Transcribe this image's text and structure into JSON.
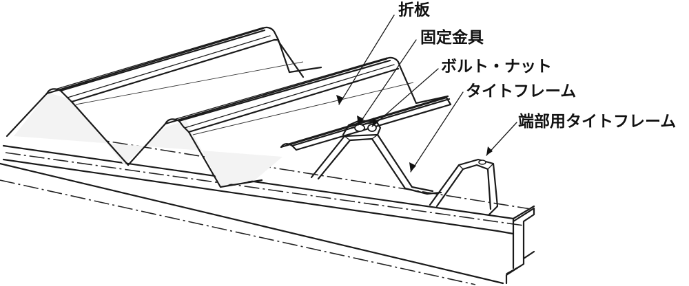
{
  "labels": {
    "folded_plate": "折板",
    "fixing_bracket": "固定金具",
    "bolt_nut": "ボルト・ナット",
    "tight_frame": "タイトフレーム",
    "end_tight_frame": "端部用タイトフレーム"
  }
}
